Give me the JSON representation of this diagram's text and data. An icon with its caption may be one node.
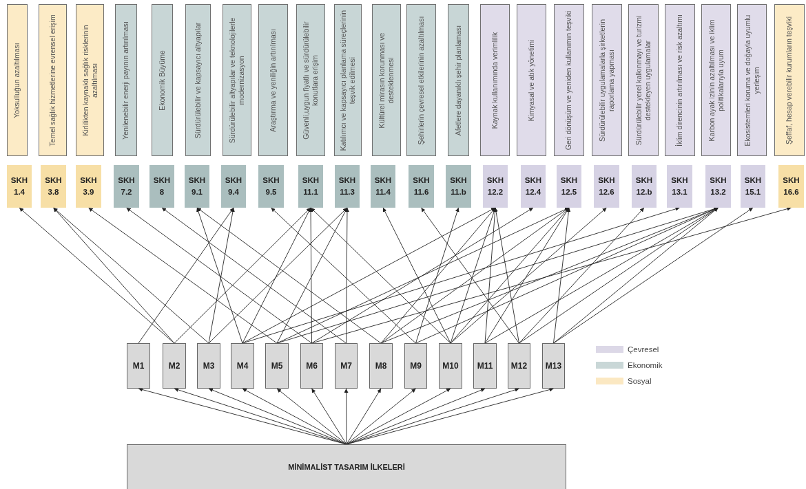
{
  "diagram": {
    "nodes": [
      {
        "text": [
          "Yoksulluğun azaltılması"
        ]
      },
      {
        "text": [
          "Temel sağlık hizmetlerine evrensel erişim"
        ]
      },
      {
        "text": [
          "Kirlilikten kaynaklı sağlık risklerinin azaltılması"
        ]
      },
      {
        "text": [
          "Yenilenebilir enerji payının artırılması"
        ]
      },
      {
        "text": [
          "Ekonomik Büyüme"
        ]
      },
      {
        "text": [
          "Sürdürülebilir ve kapsayıcı altyapılar"
        ]
      },
      {
        "text": [
          "Sürdürülebilir altyapılar ve teknolojilerle modernizasyon"
        ]
      },
      {
        "text": [
          "Araştırma ve yeniliğin artırılması"
        ]
      },
      {
        "text": [
          "Güvenli,uygun fiyatlı ve sürdürülebilir konutlara erişim"
        ]
      },
      {
        "text": [
          "Katılımcı ve kapsayıcı planlama süreçlerinin teşvik edilmesi"
        ]
      },
      {
        "text": [
          "Kültürel mirasın korunması ve desteklenmesi"
        ]
      },
      {
        "text": [
          "Şehirlerin çevresel etkilerinin azaltılması"
        ]
      },
      {
        "text": [
          "Afetlere dayanıklı şehir planlaması"
        ]
      },
      {
        "text": [
          "Kaynak kullanımında verimlilik"
        ]
      },
      {
        "text": [
          "Kimyasal ve atık yönetimi"
        ]
      },
      {
        "text": [
          "Geri dönüşüm ve yeniden kullanımın teşviki"
        ]
      },
      {
        "text": [
          "Sürdürülebilir uygulamalarla şirketlerin raporlama yapması"
        ]
      },
      {
        "text": [
          "Sürdürülebilir yerel kalkınmayı ve turizmi destekleyen uygulamalar"
        ]
      },
      {
        "text": [
          "İklim direncinin artırılması ve risk azaltımı"
        ]
      },
      {
        "text": [
          "Karbon ayak izinin azaltılması ve iklim politikalarıyla uyum"
        ]
      },
      {
        "text": [
          "Ekosistemleri koruma ve doğayla uyumlu yerleşim"
        ]
      },
      {
        "text": [
          "Şeffaf, hesap verebilir kurumların teşviki"
        ]
      },
      {
        "text": [
          "SKH 1.4"
        ]
      },
      {
        "text": [
          "SKH 3.8"
        ]
      },
      {
        "text": [
          "SKH 3.9"
        ]
      },
      {
        "text": [
          "SKH 7.2"
        ]
      },
      {
        "text": [
          "SKH 8"
        ]
      },
      {
        "text": [
          "SKH 9.1"
        ]
      },
      {
        "text": [
          "SKH 9.4"
        ]
      },
      {
        "text": [
          "SKH 9.5"
        ]
      },
      {
        "text": [
          "SKH 11.1"
        ]
      },
      {
        "text": [
          "SKH 11.3"
        ]
      },
      {
        "text": [
          "SKH 11.4"
        ]
      },
      {
        "text": [
          "SKH 11.6"
        ]
      },
      {
        "text": [
          "SKH 11.b"
        ]
      },
      {
        "text": [
          "SKH 12.2"
        ]
      },
      {
        "text": [
          "SKH 12.4"
        ]
      },
      {
        "text": [
          "SKH 12.5"
        ]
      },
      {
        "text": [
          "SKH 12.6"
        ]
      },
      {
        "text": [
          "SKH 12.b"
        ]
      },
      {
        "text": [
          "SKH 13.1"
        ]
      },
      {
        "text": [
          "SKH 13.2"
        ]
      },
      {
        "text": [
          "SKH 15.1"
        ]
      },
      {
        "text": [
          "SKH 16.6"
        ]
      },
      {
        "text": [
          "M1"
        ]
      },
      {
        "text": [
          "M2"
        ]
      },
      {
        "text": [
          "M3"
        ]
      },
      {
        "text": [
          "M4"
        ]
      },
      {
        "text": [
          "M5"
        ]
      },
      {
        "text": [
          "M6"
        ]
      },
      {
        "text": [
          "M7"
        ]
      },
      {
        "text": [
          "M8"
        ]
      },
      {
        "text": [
          "M9"
        ]
      },
      {
        "text": [
          "M10"
        ]
      },
      {
        "text": [
          "M11"
        ]
      },
      {
        "text": [
          "M12"
        ]
      },
      {
        "text": [
          "M13"
        ]
      },
      {
        "text": [
          "MİNİMALİST TASARIM İLKELERİ"
        ]
      }
    ],
    "edges": [
      {
        "from": 45,
        "to": 22,
        "arrow": "to"
      },
      {
        "from": 45,
        "to": 23,
        "arrow": "to"
      },
      {
        "from": 46,
        "to": 23,
        "arrow": "to"
      },
      {
        "from": 48,
        "to": 24,
        "arrow": "to"
      },
      {
        "from": 49,
        "to": 25,
        "arrow": "to"
      },
      {
        "from": 50,
        "to": 26,
        "arrow": "to"
      },
      {
        "from": 47,
        "to": 27,
        "arrow": "to"
      },
      {
        "from": 51,
        "to": 27,
        "arrow": "to"
      },
      {
        "from": 44,
        "to": 28,
        "arrow": "to"
      },
      {
        "from": 46,
        "to": 28,
        "arrow": "to"
      },
      {
        "from": 52,
        "to": 29,
        "arrow": "to"
      },
      {
        "from": 45,
        "to": 30,
        "arrow": "to"
      },
      {
        "from": 47,
        "to": 30,
        "arrow": "to"
      },
      {
        "from": 49,
        "to": 30,
        "arrow": "to"
      },
      {
        "from": 53,
        "to": 30,
        "arrow": "to"
      },
      {
        "from": 46,
        "to": 31,
        "arrow": "to"
      },
      {
        "from": 48,
        "to": 31,
        "arrow": "to"
      },
      {
        "from": 50,
        "to": 31,
        "arrow": "to"
      },
      {
        "from": 53,
        "to": 32,
        "arrow": "to"
      },
      {
        "from": 55,
        "to": 33,
        "arrow": "to"
      },
      {
        "from": 52,
        "to": 34,
        "arrow": "to"
      },
      {
        "from": 47,
        "to": 35,
        "arrow": "to"
      },
      {
        "from": 51,
        "to": 35,
        "arrow": "to"
      },
      {
        "from": 53,
        "to": 35,
        "arrow": "to"
      },
      {
        "from": 54,
        "to": 35,
        "arrow": "to"
      },
      {
        "from": 55,
        "to": 35,
        "arrow": "to"
      },
      {
        "from": 49,
        "to": 36,
        "arrow": "to"
      },
      {
        "from": 48,
        "to": 37,
        "arrow": "to"
      },
      {
        "from": 51,
        "to": 37,
        "arrow": "to"
      },
      {
        "from": 53,
        "to": 37,
        "arrow": "to"
      },
      {
        "from": 54,
        "to": 37,
        "arrow": "to"
      },
      {
        "from": 56,
        "to": 37,
        "arrow": "to"
      },
      {
        "from": 53,
        "to": 38,
        "arrow": "to"
      },
      {
        "from": 55,
        "to": 39,
        "arrow": "to"
      },
      {
        "from": 47,
        "to": 40,
        "arrow": "to"
      },
      {
        "from": 48,
        "to": 41,
        "arrow": "to"
      },
      {
        "from": 51,
        "to": 41,
        "arrow": "to"
      },
      {
        "from": 52,
        "to": 41,
        "arrow": "to"
      },
      {
        "from": 54,
        "to": 41,
        "arrow": "to"
      },
      {
        "from": 55,
        "to": 41,
        "arrow": "to"
      },
      {
        "from": 56,
        "to": 41,
        "arrow": "to"
      },
      {
        "from": 56,
        "to": 42,
        "arrow": "to"
      },
      {
        "from": 49,
        "to": 43,
        "arrow": "to"
      },
      {
        "from": 57,
        "to": 44,
        "arrow": "to"
      },
      {
        "from": 57,
        "to": 45,
        "arrow": "to"
      },
      {
        "from": 57,
        "to": 46,
        "arrow": "to"
      },
      {
        "from": 57,
        "to": 47,
        "arrow": "to"
      },
      {
        "from": 57,
        "to": 48,
        "arrow": "to"
      },
      {
        "from": 57,
        "to": 49,
        "arrow": "to"
      },
      {
        "from": 57,
        "to": 50,
        "arrow": "to"
      },
      {
        "from": 57,
        "to": 51,
        "arrow": "to"
      },
      {
        "from": 57,
        "to": 52,
        "arrow": "to"
      },
      {
        "from": 57,
        "to": 53,
        "arrow": "to"
      },
      {
        "from": 57,
        "to": 54,
        "arrow": "to"
      },
      {
        "from": 57,
        "to": 55,
        "arrow": "to"
      },
      {
        "from": 57,
        "to": 56,
        "arrow": "to"
      }
    ],
    "legend": [
      {
        "text": "Çevresel",
        "color": "#dcd8e7"
      },
      {
        "text": "Ekonomik",
        "color": "#c9d7d7"
      },
      {
        "text": "Sosyal",
        "color": "#fbe8c2"
      }
    ]
  }
}
